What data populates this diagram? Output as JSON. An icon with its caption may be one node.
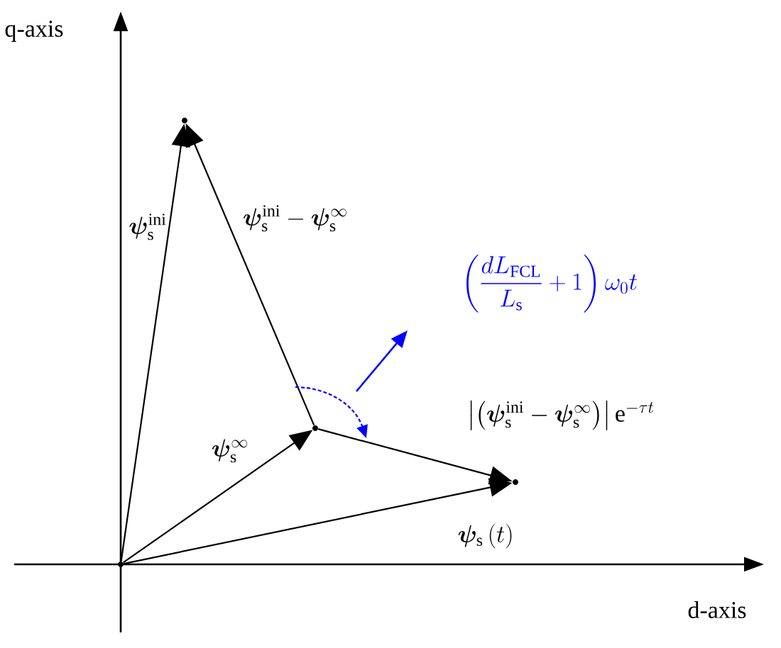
{
  "diagram": {
    "nodes": [
      {
        "text": [],
        "shape": "point"
      },
      {
        "text": [],
        "shape": "point"
      },
      {
        "text": [],
        "shape": "point"
      },
      {
        "text": [],
        "shape": "point"
      }
    ],
    "edges": [
      {
        "from": 0,
        "to": 1,
        "arrow": "to",
        "label": "\\boldsymbol{\\psi}_{\\mathrm{s}}^{\\mathrm{ini}}"
      },
      {
        "from": 2,
        "to": 1,
        "arrow": "to",
        "label": "\\boldsymbol{\\psi}_{\\mathrm{s}}^{\\mathrm{ini}}-\\boldsymbol{\\psi}_{\\mathrm{s}}^{\\infty}"
      },
      {
        "from": 0,
        "to": 2,
        "arrow": "to",
        "label": "\\boldsymbol{\\psi}_{\\mathrm{s}}^{\\infty}"
      },
      {
        "from": 2,
        "to": 3,
        "arrow": "to",
        "label": "\\left|\\left(\\boldsymbol{\\psi}_{\\mathrm{s}}^{\\mathrm{ini}}-\\boldsymbol{\\psi}_{\\mathrm{s}}^{\\infty}\\right)\\right|\\mathrm{e}^{-\\tau t}"
      },
      {
        "from": 0,
        "to": 3,
        "arrow": "to",
        "label": "\\boldsymbol{\\psi}_{\\mathrm{s}}\\left(t\\right)"
      }
    ],
    "labels": [
      "q-axis",
      "d-axis",
      "\\left(\\frac{dL_{\\mathrm{FCL}}}{L_{\\mathrm{s}}}+1\\right)\\omega_0 t"
    ]
  }
}
